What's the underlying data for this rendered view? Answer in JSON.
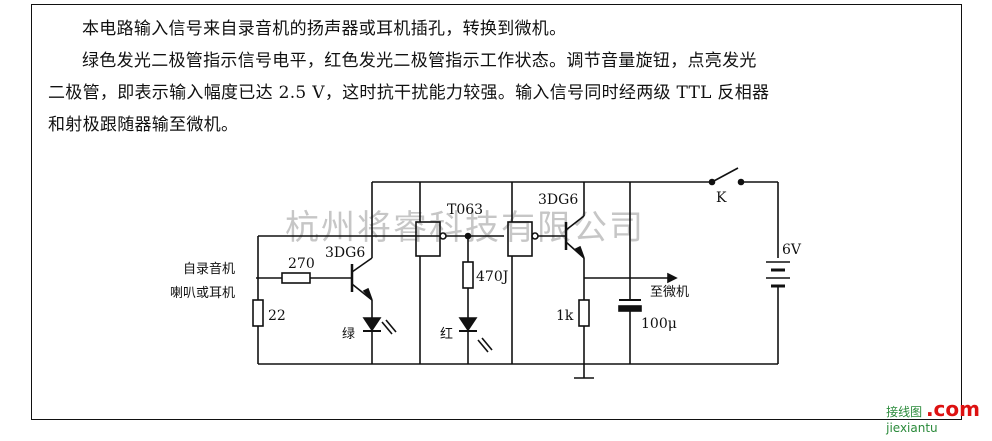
{
  "description": {
    "line1": "本电路输入信号来自录音机的扬声器或耳机插孔，转换到微机。",
    "line2": "绿色发光二极管指示信号电平，红色发光二极管指示工作状态。调节音量旋钮，点亮发光",
    "line3": "二极管，即表示输入幅度已达 2.5 V，这时抗干扰能力较强。输入信号同时经两级 TTL 反相器",
    "line4": "和射极跟随器输至微机。"
  },
  "labels": {
    "input_line1": "自录音机",
    "input_line2": "喇叭或耳机",
    "r_input": "270",
    "r_shunt": "22",
    "q1": "3DG6",
    "led_green": "绿",
    "ic": "T063",
    "r_led": "470J",
    "led_red": "红",
    "q2": "3DG6",
    "r_emitter": "1k",
    "capacitor": "100μ",
    "output": "至微机",
    "switch": "K",
    "battery": "6V"
  },
  "watermark": "杭州将睿科技有限公司",
  "site": {
    "name": "接线图",
    "domain": "jiexiantu",
    "suffix": ".com"
  }
}
